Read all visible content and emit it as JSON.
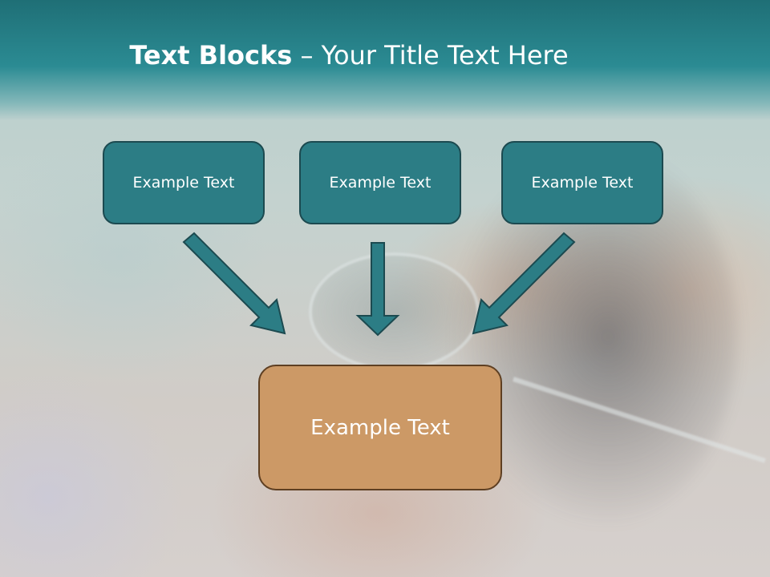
{
  "slide": {
    "title_bold": "Text Blocks",
    "title_dash": " – ",
    "title_rest": "Your Title Text Here",
    "boxes": [
      {
        "label": "Example Text"
      },
      {
        "label": "Example Text"
      },
      {
        "label": "Example Text"
      }
    ],
    "target_box": {
      "label": "Example Text"
    }
  },
  "colors": {
    "header": "#2b8b93",
    "teal_box": "#2c7d85",
    "teal_border": "#1c4a50",
    "orange_box": "#cc9966",
    "orange_border": "#5e3f22",
    "arrow_fill": "#2c7d85",
    "arrow_stroke": "#1c4a50"
  }
}
